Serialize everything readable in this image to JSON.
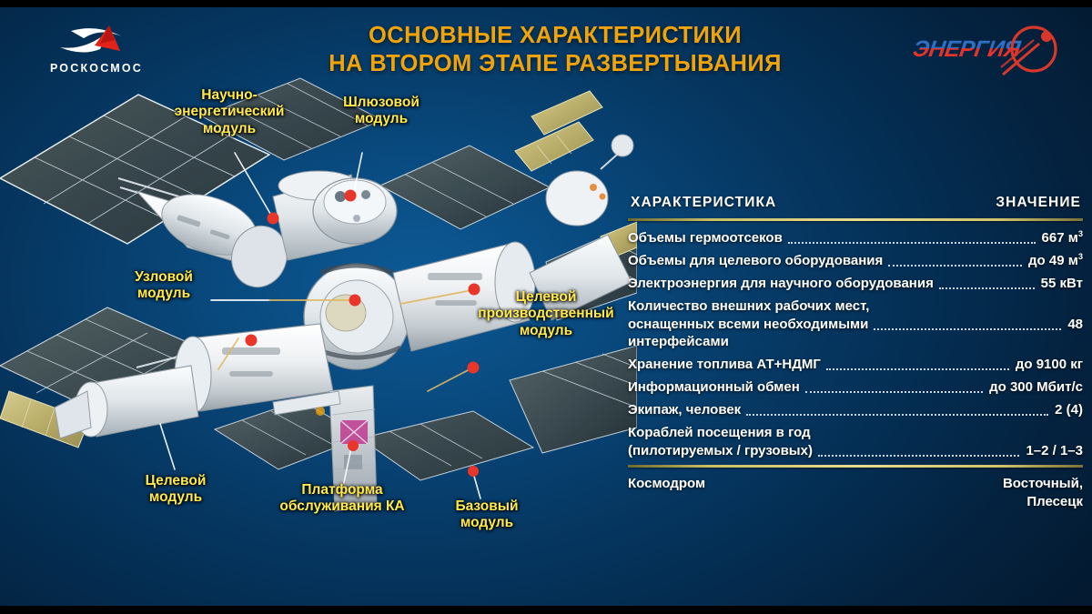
{
  "title": {
    "line1": "ОСНОВНЫЕ ХАРАКТЕРИСТИКИ",
    "line2": "НА ВТОРОМ ЭТАПЕ РАЗВЕРТЫВАНИЯ",
    "color": "#f0a30a"
  },
  "logos": {
    "roscosmos": {
      "wordmark": "РОСКОСМОС",
      "arrow_color": "#e2231a",
      "swoosh_color": "#ffffff"
    },
    "energia": {
      "wordmark": "ЭНЕРГИЯ",
      "top_color": "#2f6fc4",
      "bottom_color": "#e63329",
      "emblem_color": "#d8372c"
    }
  },
  "callouts": [
    {
      "name": "nauchno-energeticheskiy-modul",
      "text": "Научно-\nэнергетический\nмодуль"
    },
    {
      "name": "shlyuzovoy-modul",
      "text": "Шлюзовой\nмодуль"
    },
    {
      "name": "uzlovoy-modul",
      "text": "Узловой\nмодуль"
    },
    {
      "name": "tselevoy-proizvodstvennyy-modul",
      "text": "Целевой\nпроизводственный\nмодуль"
    },
    {
      "name": "tselevoy-modul",
      "text": "Целевой\nмодуль"
    },
    {
      "name": "platforma-obsluzhivaniya-ka",
      "text": "Платформа\nобслуживания\nКА"
    },
    {
      "name": "bazovyy-modul",
      "text": "Базовый\nмодуль"
    }
  ],
  "table": {
    "header": {
      "characteristic": "ХАРАКТЕРИСТИКА",
      "value": "ЗНАЧЕНИЕ"
    },
    "rows": [
      {
        "label": "Объемы гермоотсеков",
        "value": "667 м",
        "sup": "3",
        "multiline": false
      },
      {
        "label": "Объемы для целевого оборудования",
        "value": "до 49 м",
        "sup": "3",
        "multiline": false
      },
      {
        "label": "Электроэнергия для научного оборудования",
        "value": "55 кВт",
        "sup": "",
        "multiline": false
      },
      {
        "label_line1": "Количество внешних рабочих мест,",
        "label_line2": "оснащенных всеми необходимыми",
        "label_line3": "интерфейсами",
        "value": "48",
        "sup": "",
        "multiline": true
      },
      {
        "label": "Хранение топлива АТ+НДМГ",
        "value": "до 9100 кг",
        "sup": "",
        "multiline": false
      },
      {
        "label": "Информационный обмен",
        "value": "до 300 Мбит/с",
        "sup": "",
        "multiline": false
      },
      {
        "label": "Экипаж, человек",
        "value": "2 (4)",
        "sup": "",
        "multiline": false
      },
      {
        "label_line1": "Кораблей посещения в год",
        "label_line2": "(пилотируемых / грузовых)",
        "label_line3": "",
        "value": "1–2 / 1–3",
        "sup": "",
        "multiline": true
      }
    ],
    "footer": {
      "label": "Космодром",
      "value": "Восточный,\nПлесецк"
    },
    "rule_color": "#e6dc8f"
  },
  "colors": {
    "background_deep": "#031a30",
    "background_mid": "#094b80",
    "callout_text": "#ffe94d",
    "marker_dot": "#e8362a"
  }
}
